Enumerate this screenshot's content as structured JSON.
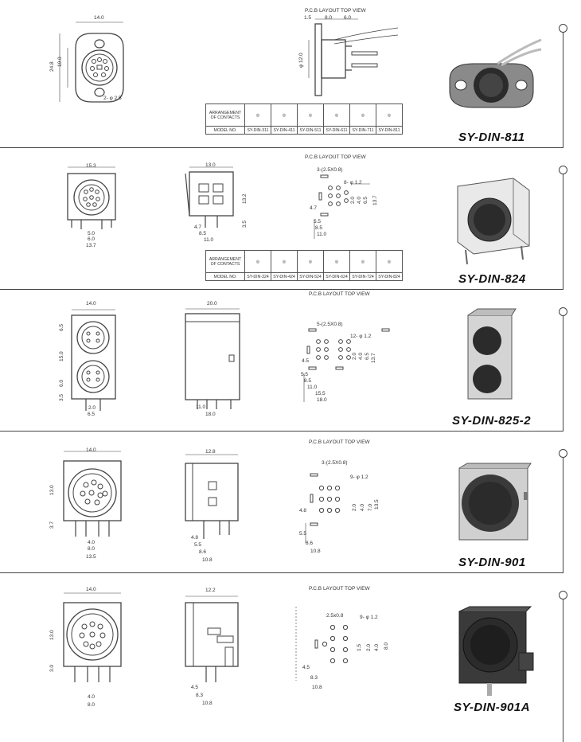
{
  "sections": [
    {
      "model": "SY-DIN-811",
      "pcb_title": "P.C.B LAYOUT    TOP VIEW",
      "dims_front": {
        "w": "14.0",
        "h1": "24.8",
        "h2": "19.0",
        "hole": "2- φ 2.5"
      },
      "dims_pcb": {
        "a": "1.5",
        "b": "8.0",
        "c": "6.0",
        "d": "φ 12.0"
      },
      "table": {
        "label1": "ARRANGEMENT OF CONTACTS",
        "label2": "MODEL NO.",
        "models": [
          "SY-DIN-311",
          "SY-DIN-411",
          "SY-DIN-511",
          "SY-DIN-611",
          "SY-DIN-711",
          "SY-DIN-811"
        ]
      }
    },
    {
      "model": "SY-DIN-824",
      "pcb_title": "P.C.B LAYOUT    TOP VIEW",
      "dims_front": {
        "w": "15.3",
        "a": "5.0",
        "b": "6.0",
        "c": "13.7"
      },
      "dims_side": {
        "w": "13.0",
        "h": "13.2",
        "a": "3.5",
        "b": "4.7",
        "c": "8.5",
        "d": "11.0"
      },
      "dims_pcb": {
        "slot": "3-(2.5X0.8)",
        "hole": "8- φ 1.2",
        "a": "2.0",
        "b": "4.0",
        "c": "6.5",
        "d": "13.7",
        "e": "4.7",
        "f": "5.5",
        "g": "8.5",
        "h": "11.0"
      },
      "table": {
        "label1": "ARRANGEMENT OF CONTACTS",
        "label2": "MODEL NO.",
        "models": [
          "SY-DIN-324",
          "SY-DIN-424",
          "SY-DIN-524",
          "SY-DIN-624",
          "SY-DIN-724",
          "SY-DIN-824"
        ]
      }
    },
    {
      "model": "SY-DIN-825-2",
      "pcb_title": "P.C.B LAYOUT    TOP VIEW",
      "dims_front": {
        "w": "14.0",
        "a": "6.5",
        "b": "15.0",
        "c": "6.0",
        "d": "3.5",
        "e": "2.0",
        "f": "6.5"
      },
      "dims_side": {
        "w": "20.0",
        "a": "11.0",
        "b": "18.0"
      },
      "dims_pcb": {
        "slot": "5-(2.5X0.8)",
        "hole": "12- φ 1.2",
        "a": "2.0",
        "b": "4.0",
        "c": "6.5",
        "d": "13.7",
        "e": "4.5",
        "f": "5.5",
        "g": "8.5",
        "h": "11.0",
        "i": "15.5",
        "j": "18.0"
      }
    },
    {
      "model": "SY-DIN-901",
      "pcb_title": "P.C.B LAYOUT    TOP VIEW",
      "dims_front": {
        "w": "14.0",
        "h": "13.0",
        "a": "3.7",
        "b": "4.0",
        "c": "8.0",
        "d": "13.5"
      },
      "dims_side": {
        "w": "12.8",
        "a": "4.8",
        "b": "5.5",
        "c": "8.6",
        "d": "10.8"
      },
      "dims_pcb": {
        "slot": "3-(2.5X0.8)",
        "hole": "9- φ 1.2",
        "a": "2.0",
        "b": "4.0",
        "c": "7.0",
        "d": "13.5",
        "e": "4.8",
        "f": "5.5",
        "g": "8.6",
        "h": "10.8"
      }
    },
    {
      "model": "SY-DIN-901A",
      "pcb_title": "P.C.B LAYOUT    TOP VIEW",
      "dims_front": {
        "w": "14.0",
        "h": "13.0",
        "a": "3.0",
        "b": "4.0",
        "c": "8.0"
      },
      "dims_side": {
        "w": "12.2",
        "a": "4.5",
        "b": "8.3",
        "c": "10.8"
      },
      "dims_pcb": {
        "slot": "2.5x0.8",
        "hole": "9- φ 1.2",
        "a": "1.5",
        "b": "2.0",
        "c": "4.0",
        "d": "8.0",
        "e": "4.5",
        "f": "8.3",
        "g": "10.8"
      }
    }
  ],
  "colors": {
    "line": "#444444",
    "photo_dark": "#2b2b2b",
    "photo_metal": "#c9c9c9"
  }
}
